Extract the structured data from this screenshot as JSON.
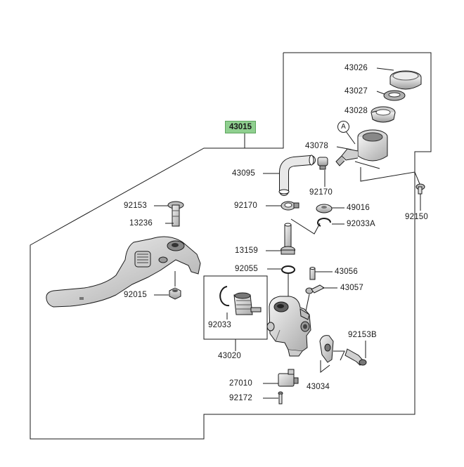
{
  "diagram": {
    "main_part_number": "43015",
    "ref_mark": "A",
    "labels": {
      "p43026": "43026",
      "p43027": "43027",
      "p43028": "43028",
      "p43078": "43078",
      "p43095": "43095",
      "p92170a": "92170",
      "p92170b": "92170",
      "p49016": "49016",
      "p92033A": "92033A",
      "p92150": "92150",
      "p92153": "92153",
      "p13236": "13236",
      "p13159": "13159",
      "p92055": "92055",
      "p43056": "43056",
      "p43057": "43057",
      "p92015": "92015",
      "p92033": "92033",
      "p92153B": "92153B",
      "p43020": "43020",
      "p43034": "43034",
      "p27010": "27010",
      "p92172": "92172"
    },
    "colors": {
      "highlight_fill": "#8fcf8f",
      "line": "#1a1a1a",
      "part_fill": "#e6e6e6",
      "part_shade": "#b5b5b5"
    }
  }
}
